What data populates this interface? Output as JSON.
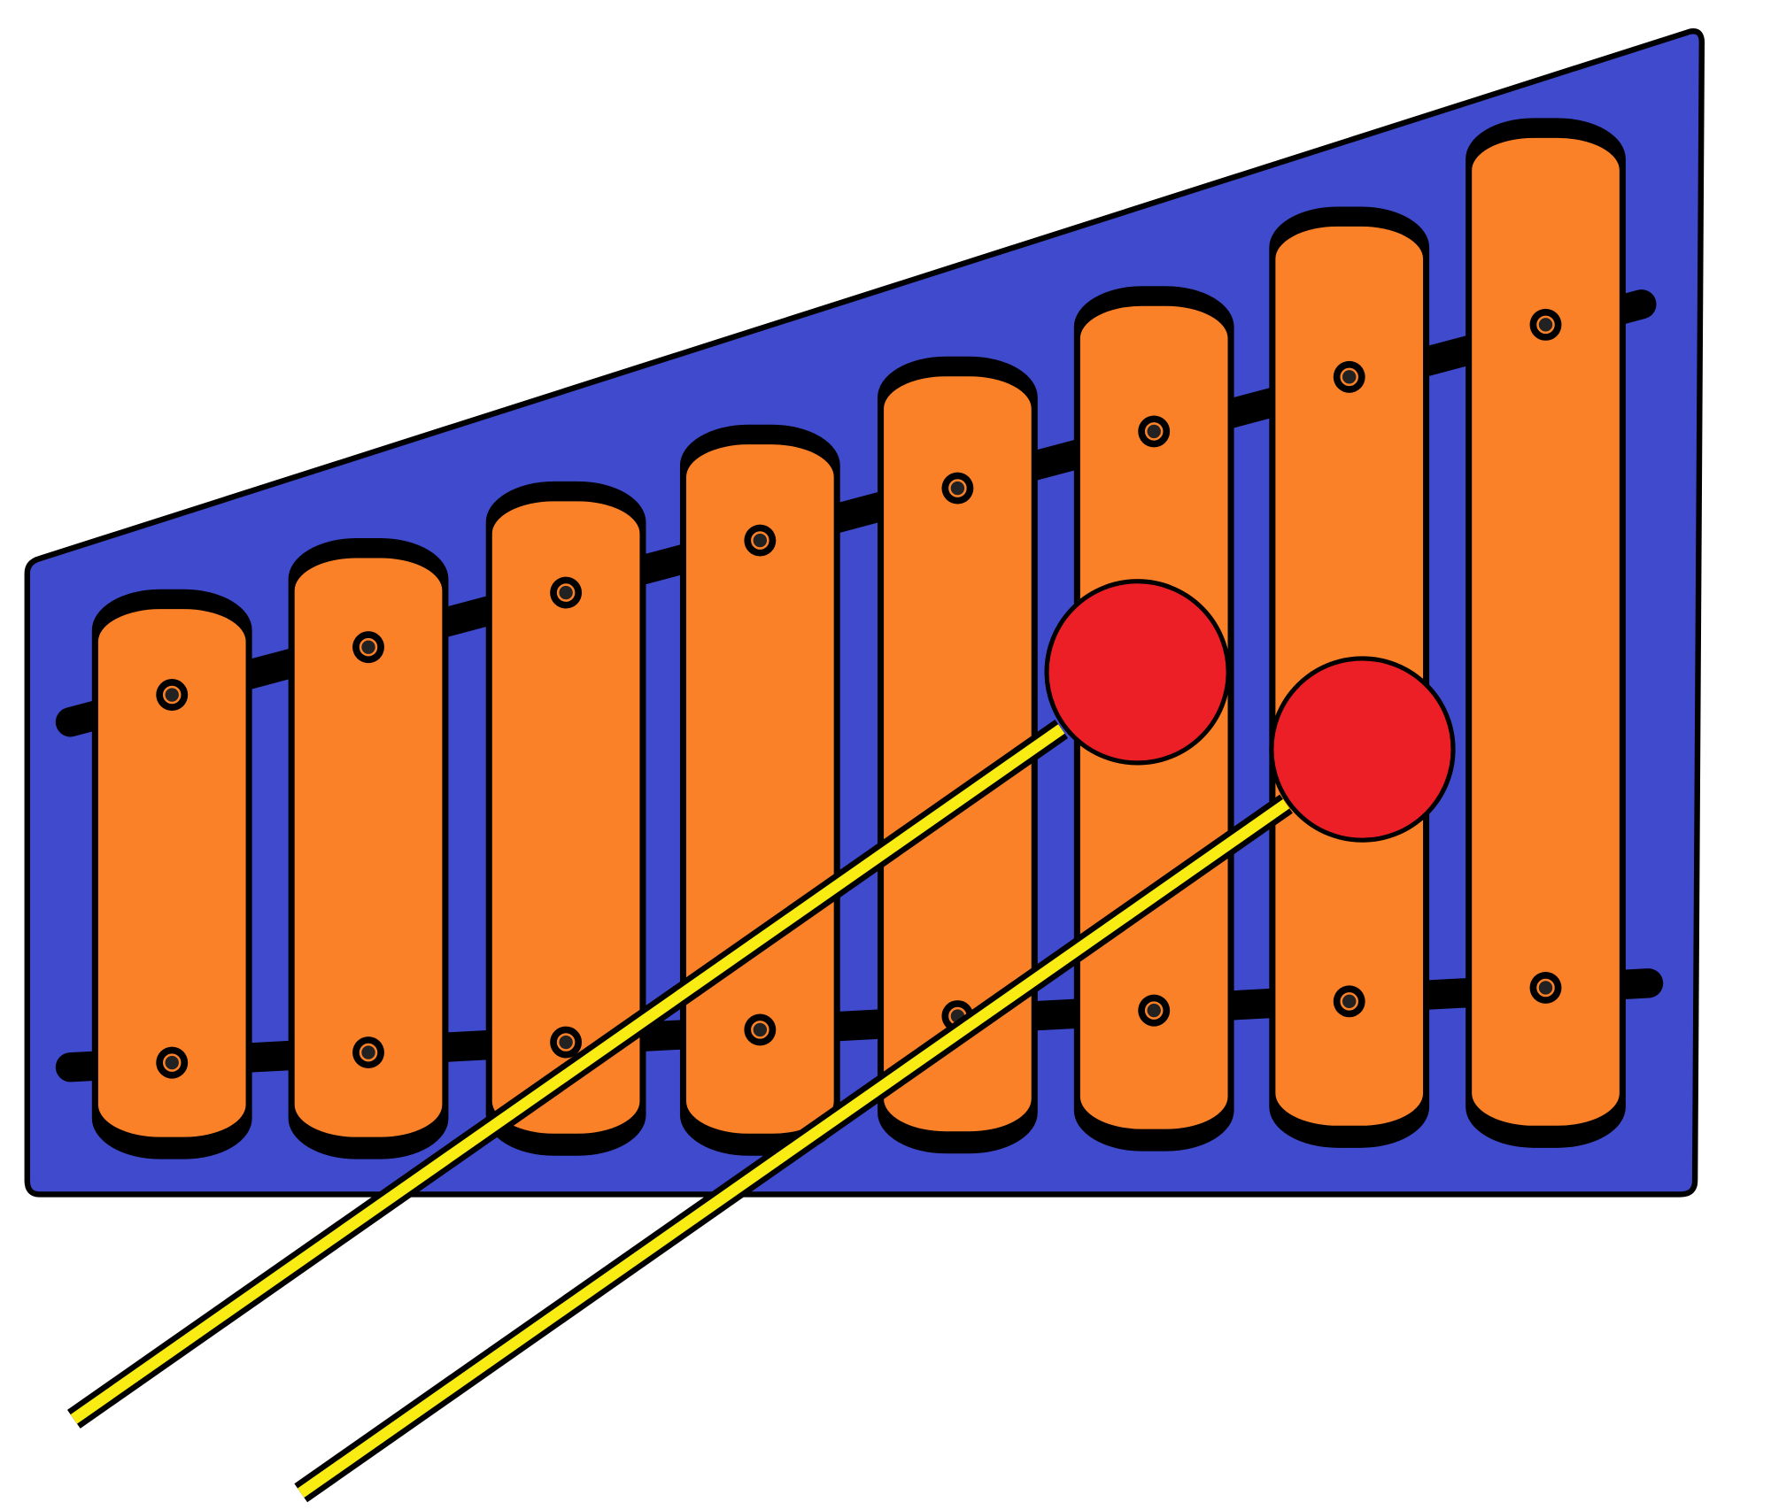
{
  "illustration": {
    "subject": "xylophone",
    "bar_count": 8,
    "mallet_count": 2,
    "colors": {
      "board": "#3f4bcc",
      "bar": "#fb8128",
      "outline": "#000000",
      "mallet_head": "#ec1f27",
      "mallet_stick": "#f9ec13",
      "background": "#ffffff"
    }
  }
}
